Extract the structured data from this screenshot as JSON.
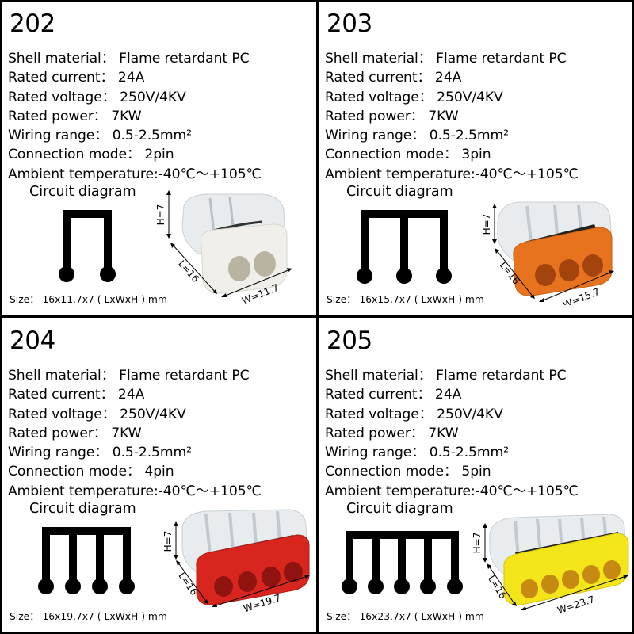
{
  "colors": {
    "border": "#000000",
    "background": "#ffffff",
    "text": "#000000",
    "connector_202": "#f0efea",
    "connector_203": "#e8731e",
    "connector_204": "#d8261f",
    "connector_205": "#f4e41a"
  },
  "panels": [
    {
      "model": "202",
      "specs": [
        "Shell material： Flame retardant PC",
        "Rated current： 24A",
        "Rated voltage： 250V/4KV",
        "Rated power： 7KW",
        "Wiring range： 0.5-2.5mm²",
        "Connection mode： 2pin",
        "Ambient temperature:-40℃～+105℃"
      ],
      "circuit_label": "Circuit diagram",
      "pins": 2,
      "size": "Size： 16x11.7x7 ( LxWxH ) mm",
      "dims": {
        "h": "H=7",
        "l": "L=16",
        "w": "W=11.7"
      },
      "icon": "wire-connector-2pin-white-icon"
    },
    {
      "model": "203",
      "specs": [
        "Shell material： Flame retardant PC",
        "Rated current： 24A",
        "Rated voltage： 250V/4KV",
        "Rated power： 7KW",
        "Wiring range： 0.5-2.5mm²",
        "Connection mode： 3pin",
        "Ambient temperature:-40℃～+105℃"
      ],
      "circuit_label": "Circuit diagram",
      "pins": 3,
      "size": "Size： 16x15.7x7 ( LxWxH ) mm",
      "dims": {
        "h": "H=7",
        "l": "L=16",
        "w": "W=15.7"
      },
      "icon": "wire-connector-3pin-orange-icon"
    },
    {
      "model": "204",
      "specs": [
        "Shell material： Flame retardant PC",
        "Rated current： 24A",
        "Rated voltage： 250V/4KV",
        "Rated power： 7KW",
        "Wiring range： 0.5-2.5mm²",
        "Connection mode： 4pin",
        "Ambient temperature:-40℃～+105℃"
      ],
      "circuit_label": "Circuit diagram",
      "pins": 4,
      "size": "Size： 16x19.7x7 ( LxWxH ) mm",
      "dims": {
        "h": "H=7",
        "l": "L=16",
        "w": "W=19.7"
      },
      "icon": "wire-connector-4pin-red-icon"
    },
    {
      "model": "205",
      "specs": [
        "Shell material： Flame retardant PC",
        "Rated current： 24A",
        "Rated voltage： 250V/4KV",
        "Rated power： 7KW",
        "Wiring range： 0.5-2.5mm²",
        "Connection mode： 5pin",
        "Ambient temperature:-40℃～+105℃"
      ],
      "circuit_label": "Circuit diagram",
      "pins": 5,
      "size": "Size： 16x23.7x7 ( LxWxH ) mm",
      "dims": {
        "h": "H=7",
        "l": "L=16",
        "w": "W=23.7"
      },
      "icon": "wire-connector-5pin-yellow-icon"
    }
  ]
}
